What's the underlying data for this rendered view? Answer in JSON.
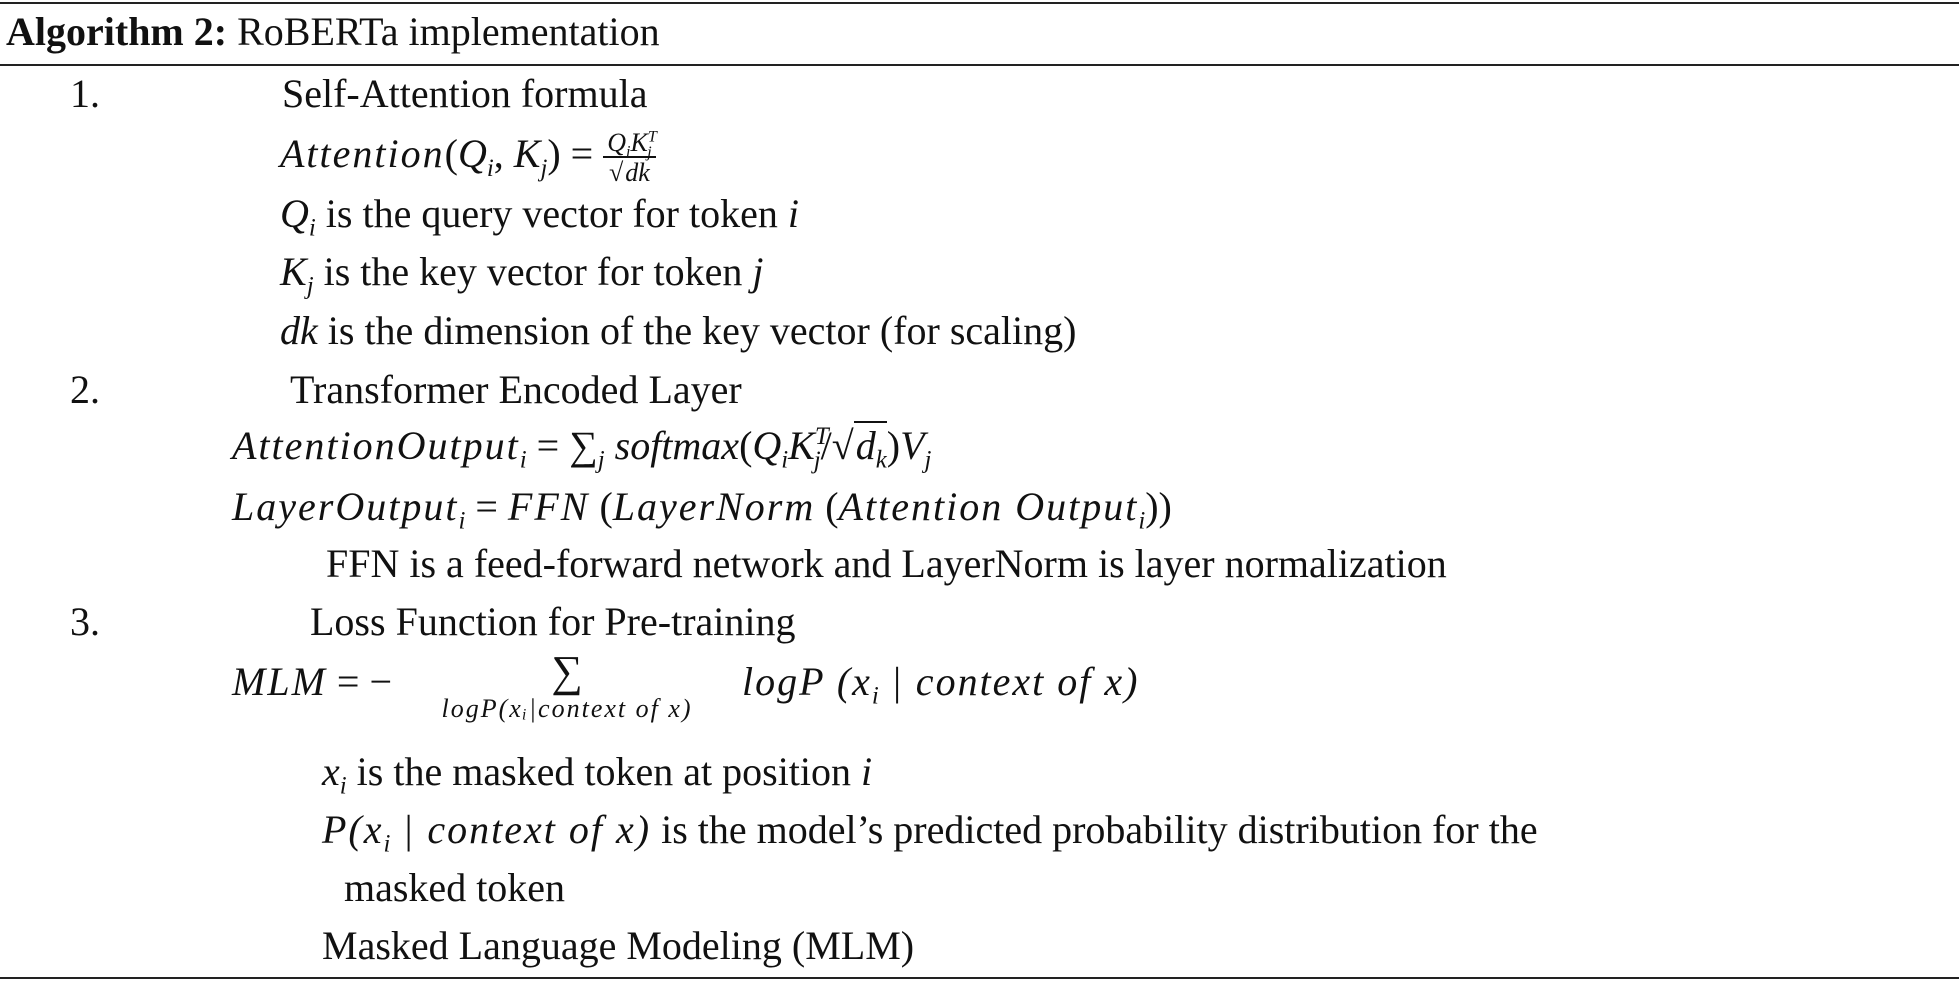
{
  "caption": {
    "label": "Algorithm 2:",
    "title": "RoBERTa implementation"
  },
  "steps": [
    {
      "number": "1.",
      "heading": "Self-Attention formula",
      "formula": {
        "lhs": "Attention",
        "args_open": "(",
        "q": "Q",
        "q_sub": "i",
        "comma": ", ",
        "k": "K",
        "k_sub": "j",
        "args_close": ")",
        "eq": " = ",
        "num_q": "Q",
        "num_q_sub": "i",
        "num_k": "K",
        "num_k_sub": "j",
        "num_k_sup": "T",
        "den_rad": "√",
        "den": "dk"
      },
      "defs": [
        {
          "sym": "Q",
          "sub": "i",
          "text": " is the query vector for token ",
          "var": "i"
        },
        {
          "sym": "K",
          "sub": "j",
          "text": " is the key vector for token ",
          "var": "j"
        },
        {
          "sym": "dk",
          "sub": "",
          "text": " is the dimension of the key vector (for scaling)",
          "var": ""
        }
      ]
    },
    {
      "number": "2.",
      "heading": "Transformer Encoded Layer",
      "formula1": {
        "lhs": "AttentionOutput",
        "lhs_sub": "i",
        "eq": " = ",
        "sum": "∑",
        "sum_sub": "j",
        "fn": " softmax",
        "open": "(",
        "q": "Q",
        "q_sub": "i",
        "k": "K",
        "k_sub": "j",
        "k_sup": "T",
        "slash": "/",
        "rad": "√",
        "d": "d",
        "d_sub": "k",
        "close": ")",
        "v": "V",
        "v_sub": "j"
      },
      "formula2": {
        "lhs": "LayerOutput",
        "lhs_sub": "i",
        "eq": " = ",
        "ffn": "FFN",
        "open1": " (",
        "norm": "LayerNorm",
        "open2": " (",
        "arg": "Attention Output",
        "arg_sub": "i",
        "close": "))"
      },
      "note": "FFN is a feed-forward network and LayerNorm  is layer normalization"
    },
    {
      "number": "3.",
      "heading": "Loss Function for Pre-training",
      "formula": {
        "lhs": "MLM",
        "eq": " = −",
        "sum": "∑",
        "sum_limit": "logP(xᵢ|context of x)",
        "body": "logP (x",
        "body_sub": "i",
        "body_rest": " | context of x)"
      },
      "defs": [
        {
          "sym": "x",
          "sub": "i",
          "text": "  is the masked token at position ",
          "var": "i"
        }
      ],
      "prob_line1_math": "P(x",
      "prob_line1_sub": "i",
      "prob_line1_math_rest": " | context of x)",
      "prob_line1_text": "  is the model’s predicted probability distribution for the",
      "prob_line2_text": "masked token",
      "final_note": "Masked Language Modeling (MLM)"
    }
  ]
}
